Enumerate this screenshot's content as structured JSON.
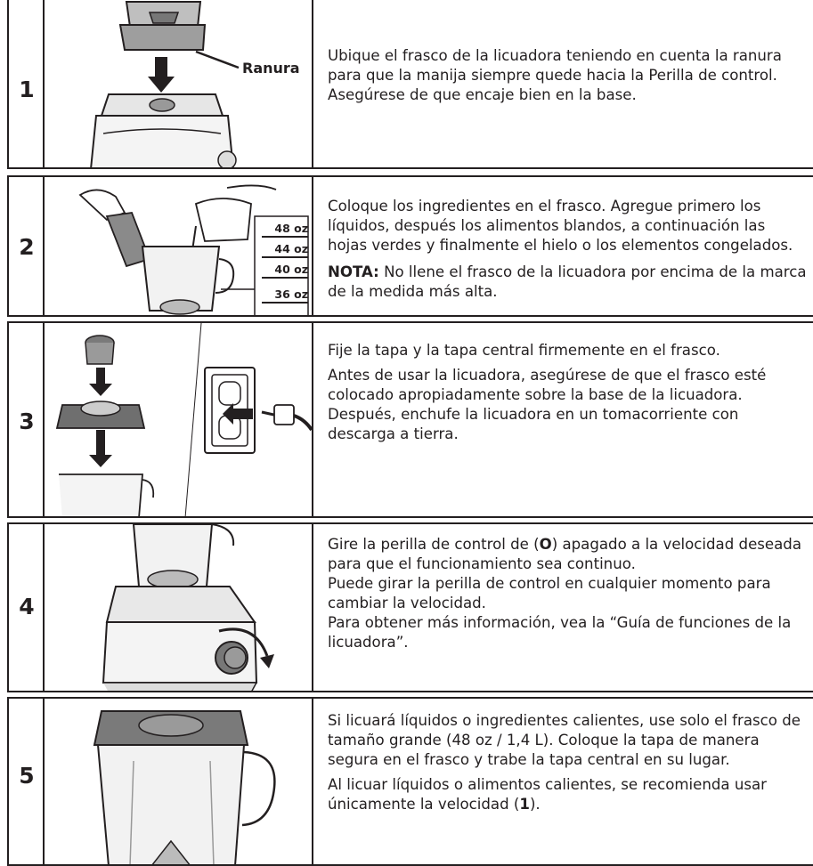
{
  "steps": [
    {
      "number": "1",
      "callout": "Ranura",
      "paragraphs": [
        "Ubique el frasco de la licuadora teniendo en cuenta la ranura para que la manija siempre quede hacia la Perilla de control. Asegúrese de que encaje bien en la base."
      ]
    },
    {
      "number": "2",
      "measures": [
        "48 oz",
        "44 oz",
        "40 oz",
        "36 oz"
      ],
      "paragraphs": [
        "Coloque los ingredientes en el frasco. Agregue primero los líquidos, después los alimentos blandos, a continuación las hojas verdes y finalmente el hielo o los elementos congelados."
      ],
      "note_label": "NOTA:",
      "note_text": " No llene el frasco de la licuadora por encima de la marca de la medida más alta."
    },
    {
      "number": "3",
      "paragraphs": [
        "Fije la tapa y la tapa central firmemente en el frasco.",
        "Antes de usar la licuadora, asegúrese de que el frasco esté colocado apropiadamente sobre la base de la licuadora.",
        "Después, enchufe la licuadora en un tomacorriente con descarga a tierra."
      ]
    },
    {
      "number": "4",
      "p1_a": "Gire la perilla de control de (",
      "p1_b": "O",
      "p1_c": ") apagado a la velocidad deseada para que el funcionamiento sea continuo.",
      "p2": "Puede girar la perilla de control en cualquier momento para cambiar la velocidad.",
      "p3": "Para obtener más información, vea la “Guía de funciones de la licuadora”."
    },
    {
      "number": "5",
      "p1": "Si licuará líquidos o ingredientes calientes, use solo el frasco de tamaño grande (48 oz / 1,4 L). Coloque la tapa de manera segura en el frasco y trabe la tapa central en su lugar.",
      "p2_a": "Al licuar líquidos o alimentos calientes, se recomienda usar únicamente la velocidad (",
      "p2_b": "1",
      "p2_c": ")."
    }
  ]
}
